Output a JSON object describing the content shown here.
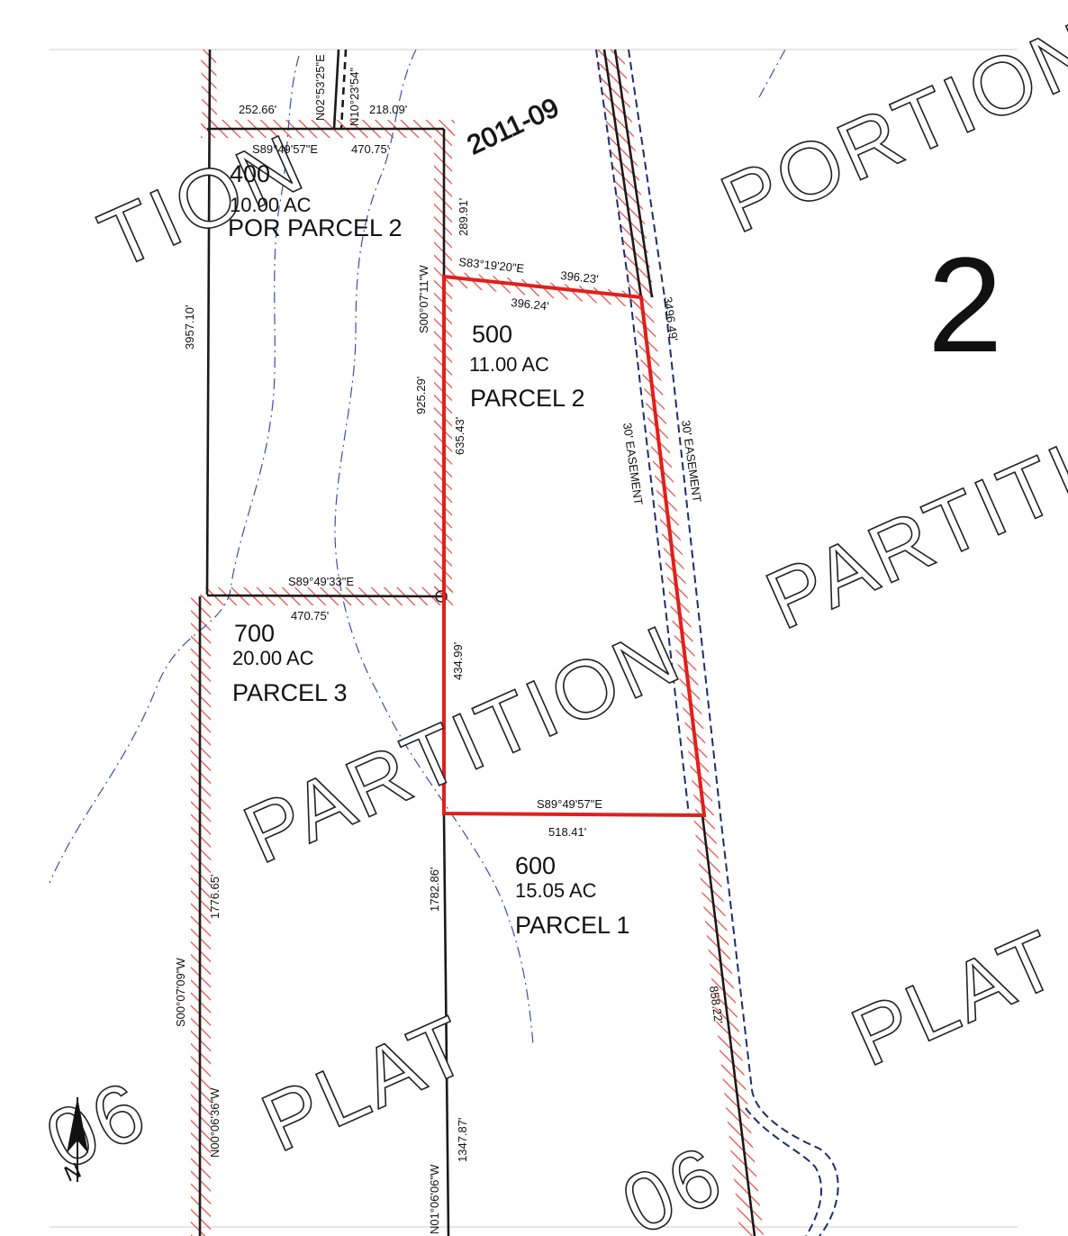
{
  "sheet_number": "2",
  "plat_reference": "2011-09",
  "background_words": {
    "tion_left": "TION",
    "portion": "PORTION",
    "partition_mid": "PARTITION",
    "partition_right": "PARTITIC",
    "plat_left": "PLAT",
    "plat_right": "PLAT",
    "num_left": "06",
    "num_bottom": "06"
  },
  "north_arrow": {
    "label": "N"
  },
  "parcels": [
    {
      "id": "400",
      "acres": "10.00 AC",
      "name": "POR PARCEL 2"
    },
    {
      "id": "500",
      "acres": "11.00 AC",
      "name": "PARCEL 2"
    },
    {
      "id": "700",
      "acres": "20.00 AC",
      "name": "PARCEL 3"
    },
    {
      "id": "600",
      "acres": "15.05 AC",
      "name": "PARCEL 1"
    }
  ],
  "dimensions": {
    "d_252_66": "252.66'",
    "d_n02": "N02°53'25\"E",
    "d_n10": "N10°23'54\"",
    "d_218_09": "218.09'",
    "d_s89_4957_top": "S89°49'57\"E",
    "d_470_75_top": "470.75'",
    "d_289_91": "289.91'",
    "d_s83": "S83°19'20\"E",
    "d_396_23": "396.23'",
    "d_396_24": "396.24'",
    "d_s00_0711": "S00°07'11\"W",
    "d_3496_49": "3496.49'",
    "d_3957_10": "3957.10'",
    "d_925_29": "925.29'",
    "d_635_43": "635.43'",
    "d_s89_4933": "S89°49'33\"E",
    "d_470_75_mid": "470.75'",
    "d_434_99": "434.99'",
    "d_s89_4957_low": "S89°49'57\"E",
    "d_518_41": "518.41'",
    "d_1782_86": "1782.86'",
    "d_s00_0709": "S00°07'09\"W",
    "d_1776_65": "1776.65'",
    "d_858_22": "858.22'",
    "d_n00_0636": "N00°06'36\"W",
    "d_n01_0606": "N01°06'06\"W",
    "d_1347_87": "1347.87'"
  },
  "easements": {
    "left": "30' EASEMENT",
    "right": "30' EASEMENT"
  },
  "colors": {
    "boundary": "#1a1a1a",
    "highlight": "#e0201c",
    "hatch": "#e8453c",
    "creek": "#3a4fa8",
    "easement": "#1f2d6b"
  }
}
